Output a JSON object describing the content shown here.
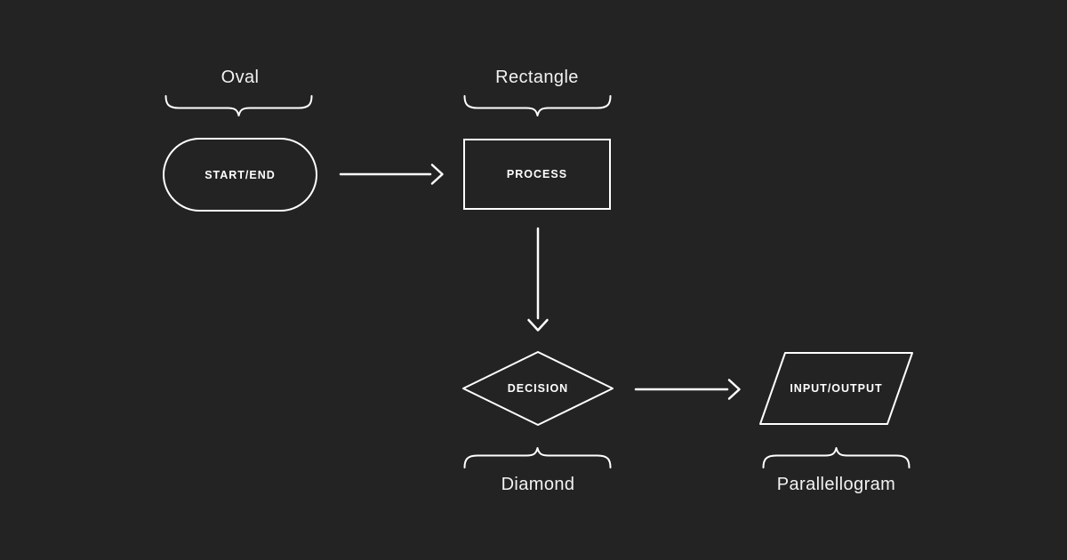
{
  "colors": {
    "background": "#232323",
    "line": "#ffffff",
    "annotation_text": "#f2f2f2"
  },
  "nodes": [
    {
      "id": "oval",
      "shape": "stadium",
      "label": "START/END",
      "annotation": "Oval"
    },
    {
      "id": "rectangle",
      "shape": "rectangle",
      "label": "PROCESS",
      "annotation": "Rectangle"
    },
    {
      "id": "diamond",
      "shape": "diamond",
      "label": "DECISION",
      "annotation": "Diamond"
    },
    {
      "id": "parallelogram",
      "shape": "parallelogram",
      "label": "INPUT/OUTPUT",
      "annotation": "Parallellogram"
    }
  ],
  "edges": [
    {
      "from": "oval",
      "to": "rectangle",
      "direction": "right",
      "style": "open-chevron-arrow"
    },
    {
      "from": "rectangle",
      "to": "diamond",
      "direction": "down",
      "style": "open-chevron-arrow"
    },
    {
      "from": "diamond",
      "to": "parallelogram",
      "direction": "right",
      "style": "open-chevron-arrow"
    }
  ]
}
